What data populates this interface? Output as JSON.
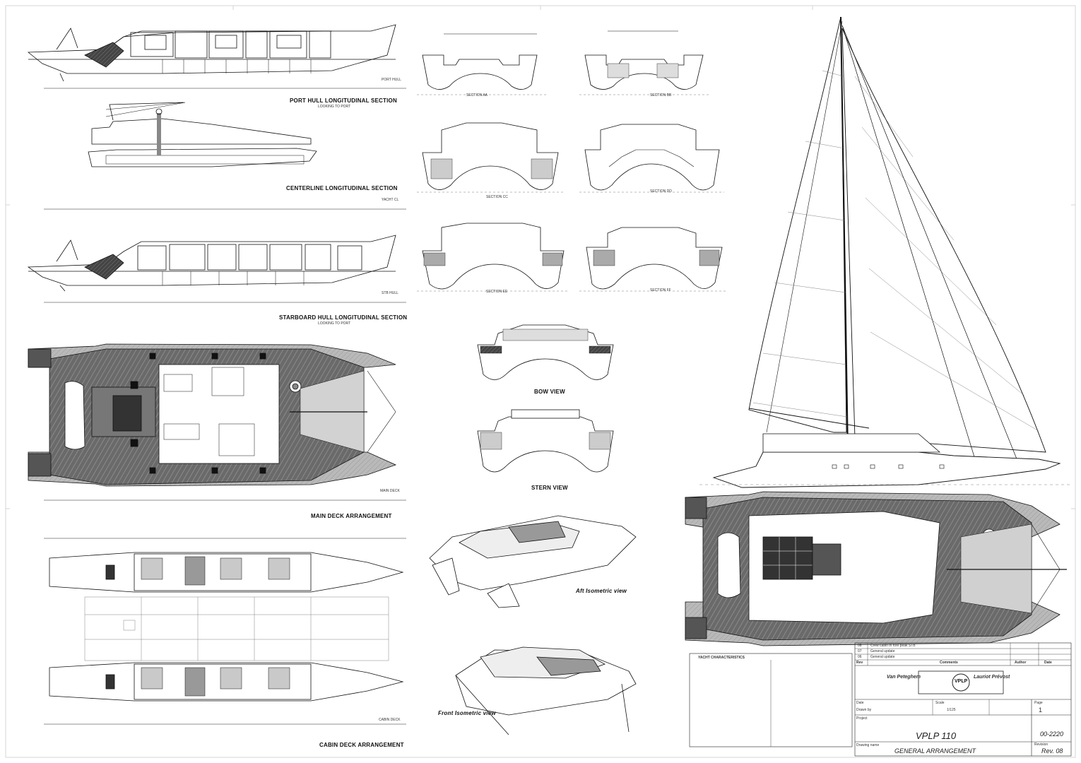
{
  "drawing": {
    "views": {
      "port_hull": {
        "label": "PORT HULL LONGITUDINAL SECTION",
        "sub": "LOOKING TO PORT",
        "tag": "PORT HULL"
      },
      "centerline": {
        "label": "CENTERLINE LONGITUDINAL SECTION",
        "tag": "YACHT CL"
      },
      "starboard_hull": {
        "label": "STARBOARD HULL LONGITUDINAL SECTION",
        "sub": "LOOKING TO PORT",
        "tag": "STB HULL"
      },
      "main_deck": {
        "label": "MAIN DECK ARRANGEMENT",
        "tag": "MAIN DECK"
      },
      "cabin_deck": {
        "label": "CABIN DECK ARRANGEMENT",
        "tag": "CABIN DECK"
      },
      "section_aa": {
        "label": "SECTION AA"
      },
      "section_bb": {
        "label": "SECTION BB"
      },
      "section_cc": {
        "label": "SECTION CC"
      },
      "section_dd": {
        "label": "SECTION DD"
      },
      "section_ee": {
        "label": "SECTION EE"
      },
      "section_ff": {
        "label": "SECTION FF"
      },
      "bow_view": {
        "label": "BOW VIEW"
      },
      "stern_view": {
        "label": "STERN VIEW"
      },
      "aft_iso": {
        "label": "Aft Isometric view"
      },
      "front_iso": {
        "label": "Front Isometric view"
      }
    },
    "title_block": {
      "brand_left": "Van Peteghem",
      "brand_right": "Lauriot Prévost",
      "monogram": "VPLP",
      "project": "VPLP 110",
      "drawing_title": "GENERAL ARRANGEMENT",
      "drawing_number": "00-2220",
      "revision": "Rev. 08",
      "page": "1",
      "scale": "1/125",
      "yacht_characteristics": "YACHT CHARACTERISTICS",
      "revisions_header": {
        "rev": "Rev",
        "comments": "Comments",
        "author": "Author",
        "date": "Date"
      },
      "revisions": [
        {
          "rev": "08",
          "comment": "Crew cabin in fore peak STB"
        },
        {
          "rev": "07",
          "comment": "General update"
        },
        {
          "rev": "06",
          "comment": "General update"
        }
      ],
      "field_labels": {
        "date": "Date",
        "drawn": "Drawn by",
        "scale": "Scale",
        "page": "Page",
        "project": "Project",
        "title": "Drawing name",
        "revision": "Revision"
      }
    }
  }
}
